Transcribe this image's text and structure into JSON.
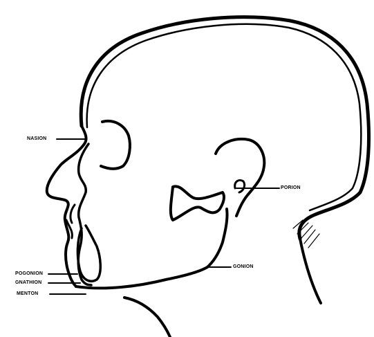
{
  "diagram": {
    "subject": "head-profile-outline",
    "ink_color": "#000000",
    "background_color": "#ffffff",
    "labels": {
      "nasion": "NASION",
      "porion": "PORION",
      "gonion": "GONION",
      "pogonion": "POGONION",
      "gnathion": "GNATHION",
      "menton": "MENTON"
    }
  }
}
